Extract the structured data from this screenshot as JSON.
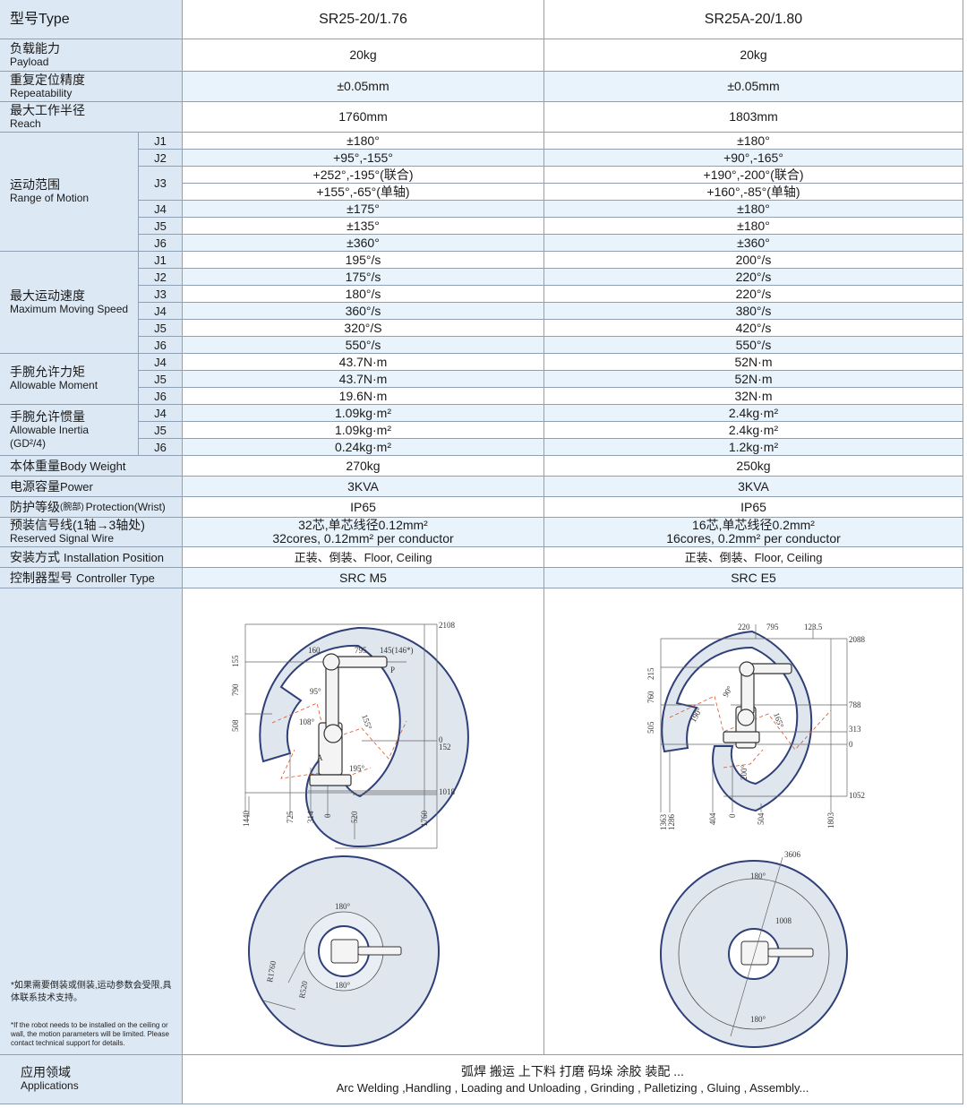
{
  "header": {
    "type_label": "型号Type",
    "model_a": "SR25-20/1.76",
    "model_b": "SR25A-20/1.80"
  },
  "rows": {
    "payload": {
      "zh": "负载能力",
      "en": "Payload",
      "a": "20kg",
      "b": "20kg"
    },
    "repeatability": {
      "zh": "重复定位精度",
      "en": "Repeatability",
      "a": "±0.05mm",
      "b": "±0.05mm"
    },
    "reach": {
      "zh": "最大工作半径",
      "en": "Reach",
      "a": "1760mm",
      "b": "1803mm"
    },
    "range": {
      "zh": "运动范围",
      "en": "Range of Motion",
      "j1": {
        "a": "±180°",
        "b": "±180°"
      },
      "j2": {
        "a": "+95°,-155°",
        "b": "+90°,-165°"
      },
      "j3_combined": {
        "a": "+252°,-195°(联合)",
        "b": "+190°,-200°(联合)"
      },
      "j3_single": {
        "a": "+155°,-65°(单轴)",
        "b": "+160°,-85°(单轴)"
      },
      "j4": {
        "a": "±175°",
        "b": "±180°"
      },
      "j5": {
        "a": "±135°",
        "b": "±180°"
      },
      "j6": {
        "a": "±360°",
        "b": "±360°"
      }
    },
    "speed": {
      "zh": "最大运动速度",
      "en": "Maximum Moving Speed",
      "j1": {
        "a": "195°/s",
        "b": "200°/s"
      },
      "j2": {
        "a": "175°/s",
        "b": "220°/s"
      },
      "j3": {
        "a": "180°/s",
        "b": "220°/s"
      },
      "j4": {
        "a": "360°/s",
        "b": "380°/s"
      },
      "j5": {
        "a": "320°/S",
        "b": "420°/s"
      },
      "j6": {
        "a": "550°/s",
        "b": "550°/s"
      }
    },
    "moment": {
      "zh": "手腕允许力矩",
      "en": "Allowable Moment",
      "j4": {
        "a": "43.7N·m",
        "b": "52N·m"
      },
      "j5": {
        "a": "43.7N·m",
        "b": "52N·m"
      },
      "j6": {
        "a": "19.6N·m",
        "b": "32N·m"
      }
    },
    "inertia": {
      "zh": "手腕允许惯量",
      "en": "Allowable Inertia",
      "en2": "(GD²/4)",
      "j4": {
        "a": "1.09kg·m²",
        "b": "2.4kg·m²"
      },
      "j5": {
        "a": "1.09kg·m²",
        "b": "2.4kg·m²"
      },
      "j6": {
        "a": "0.24kg·m²",
        "b": "1.2kg·m²"
      }
    },
    "weight": {
      "zh": "本体重量",
      "en": "Body Weight",
      "a": "270kg",
      "b": "250kg"
    },
    "power": {
      "zh": "电源容量",
      "en": "Power",
      "a": "3KVA",
      "b": "3KVA"
    },
    "protection": {
      "zh": "防护等级",
      "zh_small": "(腕部)",
      "en": "Protection(Wrist)",
      "a": "IP65",
      "b": "IP65"
    },
    "signal": {
      "zh": "预装信号线(1轴→3轴处)",
      "en": "Reserved Signal Wire",
      "a1": "32芯,单芯线径0.12mm²",
      "a2": "32cores, 0.12mm²  per conductor",
      "b1": "16芯,单芯线径0.2mm²",
      "b2": "16cores, 0.2mm²  per conductor"
    },
    "install": {
      "zh": "安装方式",
      "en": "Installation Position",
      "a": "正装、倒装、Floor, Ceiling",
      "b": "正装、倒装、Floor, Ceiling"
    },
    "controller": {
      "zh": "控制器型号",
      "en": "Controller Type",
      "a": "SRC M5",
      "b": "SRC E5"
    }
  },
  "joints": {
    "j1": "J1",
    "j2": "J2",
    "j3": "J3",
    "j4": "J4",
    "j5": "J5",
    "j6": "J6"
  },
  "note": {
    "zh": "*如果需要倒装或侧装,运动参数会受限,具体联系技术支持。",
    "en": "*If the robot needs to be installed on the ceiling or wall, the motion parameters will be limited. Please contact technical support for details."
  },
  "diagram_a": {
    "top": [
      "2108",
      "160",
      "795",
      "145(146*)",
      "P"
    ],
    "left": [
      "155",
      "790",
      "508"
    ],
    "right": [
      "0",
      "152",
      "1018"
    ],
    "bottom": [
      "1440",
      "725",
      "314",
      "0",
      "520",
      "1760"
    ],
    "angles": [
      "95°",
      "108°",
      "155°",
      "195°"
    ],
    "marker": "A",
    "plan": [
      "180°",
      "180°",
      "R1760",
      "R520"
    ]
  },
  "diagram_b": {
    "top": [
      "220",
      "795",
      "123.5",
      "2088"
    ],
    "left": [
      "215",
      "760",
      "505"
    ],
    "right": [
      "788",
      "313",
      "0",
      "1052"
    ],
    "bottom": [
      "1363",
      "1286",
      "404",
      "0",
      "504",
      "1803"
    ],
    "angles": [
      "90°",
      "190°",
      "165°",
      "200°"
    ],
    "plan": [
      "3606",
      "180°",
      "1008",
      "180°"
    ]
  },
  "applications": {
    "zh": "应用领域",
    "en": "Applications",
    "list_zh": "弧焊  搬运  上下料  打磨  码垛  涂胶  装配  ...",
    "list_en": "Arc Welding ,Handling , Loading and Unloading , Grinding , Palletizing , Gluing , Assembly..."
  },
  "colors": {
    "label_bg": "#dce8f4",
    "row_shade": "#e9f3fb",
    "grid": "#8fa0b4",
    "envelope": "#dfe6ee",
    "envelope_stroke": "#2f3f78",
    "red": "#d9532b"
  }
}
